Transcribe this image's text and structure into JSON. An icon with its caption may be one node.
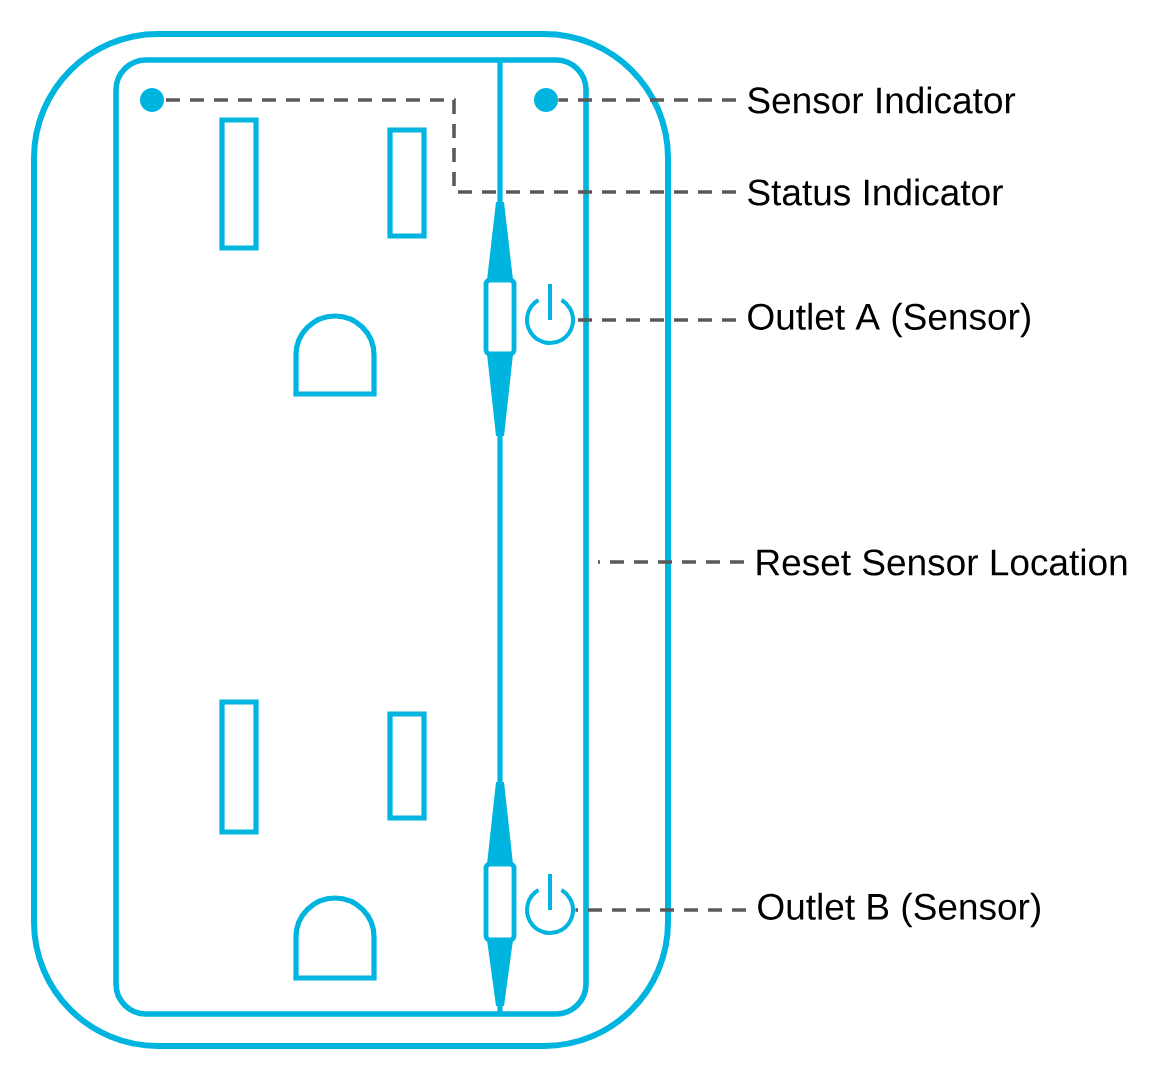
{
  "diagram": {
    "nodes": [
      {
        "text": [],
        "shape": "circle"
      },
      {
        "text": [],
        "shape": "circle"
      },
      {
        "text": [
          "Sensor Indicator"
        ]
      },
      {
        "text": [
          "Status Indicator"
        ]
      },
      {
        "text": [],
        "shape": "picture"
      },
      {
        "text": [
          "Outlet A (Sensor)"
        ]
      },
      {
        "text": [
          "Reset Sensor Location"
        ]
      },
      {
        "text": [],
        "shape": "picture"
      },
      {
        "text": [
          "Outlet B (Sensor)"
        ]
      }
    ],
    "edges": [
      {
        "from": 2,
        "to": 1,
        "arrow": "none",
        "style": "dashed"
      },
      {
        "from": 3,
        "to": 0,
        "arrow": "none",
        "style": "dashed"
      },
      {
        "from": 5,
        "to": 4,
        "arrow": "none",
        "style": "dashed"
      },
      {
        "from": 6,
        "to": null,
        "arrow": "none",
        "style": "dashed"
      },
      {
        "from": 8,
        "to": 7,
        "arrow": "none",
        "style": "dashed"
      }
    ]
  }
}
